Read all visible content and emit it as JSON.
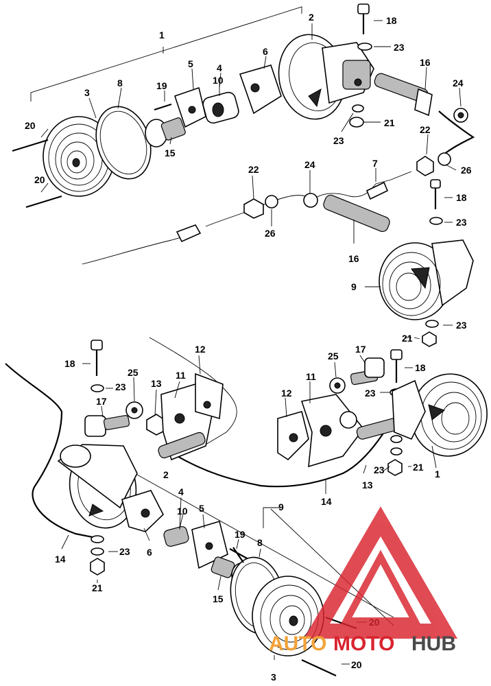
{
  "diagram": {
    "part_labels": {
      "upper": {
        "p1": "1",
        "p2": "2",
        "p3": "3",
        "p4": "4",
        "p5": "5",
        "p6": "6",
        "p7": "7",
        "p8": "8",
        "p9": "9",
        "p10": "10",
        "p15": "15",
        "p16a": "16",
        "p16b": "16",
        "p18a": "18",
        "p18b": "18",
        "p19": "19",
        "p20a": "20",
        "p20b": "20",
        "p21a": "21",
        "p22a": "22",
        "p22b": "22",
        "p23a": "23",
        "p23b": "23",
        "p23c": "23",
        "p23d": "23",
        "p24a": "24",
        "p24b": "24",
        "p26a": "26",
        "p26b": "26",
        "p21b": "21"
      },
      "lower": {
        "p1": "1",
        "p2": "2",
        "p3": "3",
        "p4": "4",
        "p5": "5",
        "p6": "6",
        "p8": "8",
        "p9": "9",
        "p10": "10",
        "p11a": "11",
        "p11b": "11",
        "p12a": "12",
        "p12b": "12",
        "p13a": "13",
        "p13b": "13",
        "p14a": "14",
        "p14b": "14",
        "p15": "15",
        "p17a": "17",
        "p17b": "17",
        "p18a": "18",
        "p18b": "18",
        "p19": "19",
        "p20a": "20",
        "p20b": "20",
        "p21a": "21",
        "p21b": "21",
        "p23a": "23",
        "p23b": "23",
        "p23c": "23",
        "p23d": "23",
        "p25a": "25",
        "p25b": "25"
      }
    }
  },
  "watermark": {
    "part1": "AUTO",
    "part2": "MOTO",
    "part3": "HUB"
  },
  "colors": {
    "logo_red": "#d9232e",
    "logo_orange": "#f2a33a",
    "logo_gray": "#4a4a4a"
  }
}
